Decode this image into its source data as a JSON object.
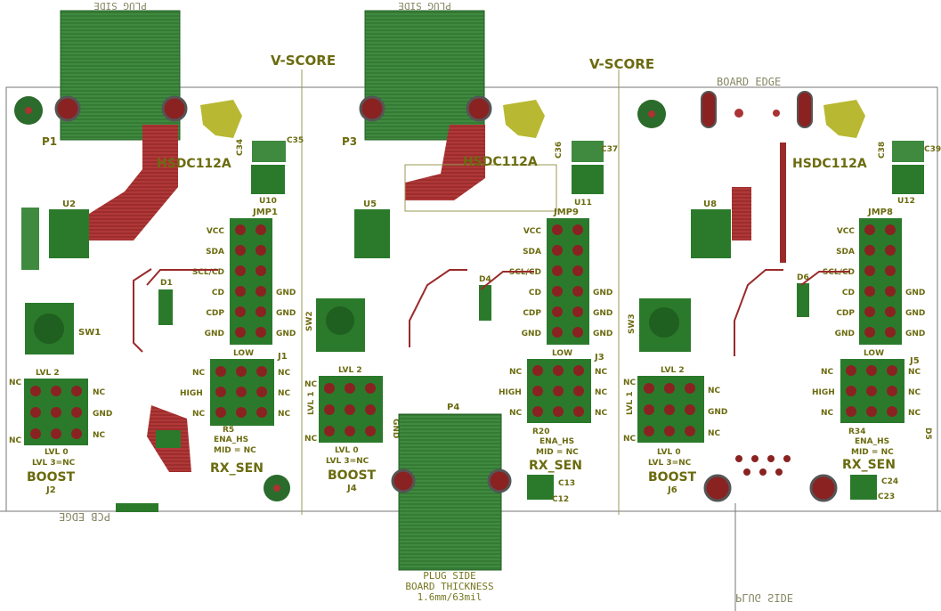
{
  "labels": {
    "plug_side": "PLUG SIDE",
    "v_score": "V-SCORE",
    "board_edge": "BOARD EDGE",
    "pcb_edge": "PCB EDGE",
    "board_thickness": "BOARD THICKNESS",
    "thickness_value": "1.6mm/63mil",
    "part_name": "HSDC112A"
  },
  "pins": {
    "jmp": [
      "VCC",
      "SDA",
      "SCL/CD",
      "CD",
      "CDP",
      "GND"
    ],
    "jmp_right": [
      "GND",
      "GND",
      "GND"
    ],
    "j_left": [
      "LOW",
      "HIGH",
      "NC"
    ],
    "j_right": [
      "NC",
      "NC",
      "NC",
      "NC"
    ],
    "lvl": [
      "LVL 2",
      "LVL 1",
      "LVL 0"
    ],
    "nc": "NC",
    "gnd": "GND",
    "rx_sen": "RX_SEN",
    "ena_hs": "ENA_HS",
    "mid_nc": "MID = NC",
    "lvl3": "LVL 3=NC",
    "boost": "BOOST"
  },
  "sections": [
    {
      "conn": "P1",
      "jmp": "JMP1",
      "j": "J1",
      "boost_j": "J2",
      "sw": "SW1",
      "u_main": "U2",
      "u_small": "U10",
      "cap_a": "C34",
      "cap_b": "C35",
      "diode": "D1",
      "r_ena": "R5"
    },
    {
      "conn": "P3",
      "jmp": "JMP9",
      "j": "J3",
      "boost_j": "J4",
      "sw": "SW2",
      "u_main": "U5",
      "u_small": "U11",
      "cap_a": "C36",
      "cap_b": "C37",
      "diode": "D4",
      "r_ena": "R20",
      "extra": [
        "C13",
        "C12"
      ]
    },
    {
      "conn": "",
      "jmp": "JMP8",
      "j": "J5",
      "boost_j": "J6",
      "sw": "SW3",
      "u_main": "U8",
      "u_small": "U12",
      "cap_a": "C38",
      "cap_b": "C39",
      "diode": "D6",
      "r_ena": "R34",
      "extra": [
        "C24",
        "C23",
        "D5"
      ]
    }
  ],
  "bottom_conn": "P4",
  "colors": {
    "copper_top": "#9a2a2a",
    "copper_bottom": "#2b7a2b",
    "silkscreen": "#8a8a1a",
    "logo": "#b8b832",
    "outline": "#888888"
  }
}
